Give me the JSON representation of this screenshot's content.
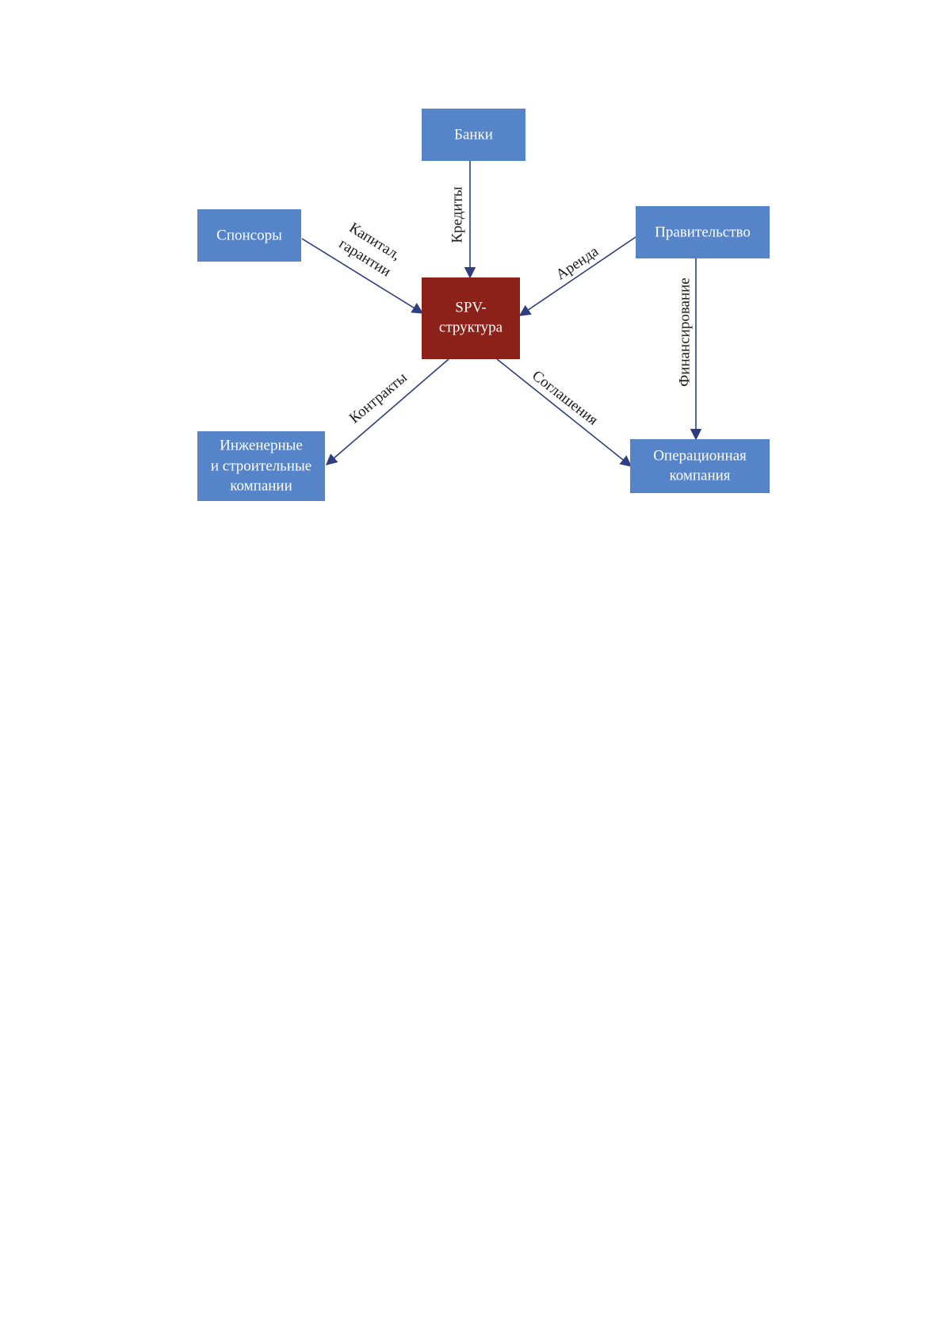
{
  "colors": {
    "node_fill": "#5585c8",
    "center_fill": "#8b2119",
    "arrow": "#2e3e7e",
    "text_light": "#ffffff",
    "text_dark": "#1a1a1a"
  },
  "nodes": {
    "banks": {
      "lines": [
        "Банки"
      ]
    },
    "sponsors": {
      "lines": [
        "Спонсоры"
      ]
    },
    "government": {
      "lines": [
        "Правительство"
      ]
    },
    "spv": {
      "lines": [
        "SPV-",
        "структура"
      ]
    },
    "engineering": {
      "lines": [
        "Инженерные",
        "и строительные",
        "компании"
      ]
    },
    "operating": {
      "lines": [
        "Операционная",
        "компания"
      ]
    }
  },
  "edges": {
    "credits": {
      "lines": [
        "Кредиты"
      ]
    },
    "capital": {
      "lines": [
        "Капитал,",
        "гарантии"
      ]
    },
    "lease": {
      "lines": [
        "Аренда"
      ]
    },
    "financing": {
      "lines": [
        "Финансирование"
      ]
    },
    "contracts": {
      "lines": [
        "Контракты"
      ]
    },
    "agreements": {
      "lines": [
        "Соглашения"
      ]
    }
  }
}
